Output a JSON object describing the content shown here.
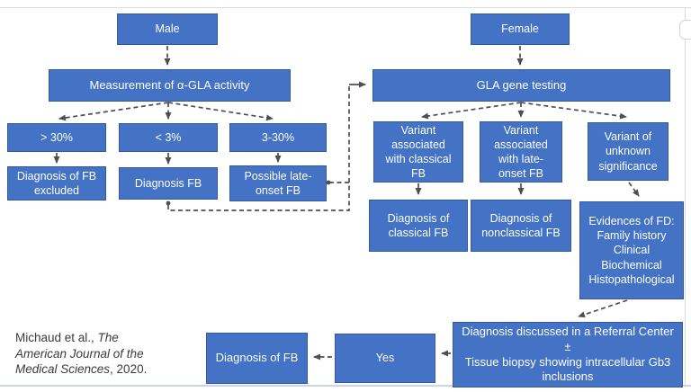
{
  "diagram": {
    "title": "Fabry disease (FB) diagnostic algorithm flowchart",
    "nodes": {
      "male": {
        "label": "Male"
      },
      "female": {
        "label": "Female"
      },
      "measurement": {
        "label": "Measurement of α-GLA activity"
      },
      "gla_testing": {
        "label": "GLA gene testing"
      },
      "gt30": {
        "label": "> 30%"
      },
      "lt3": {
        "label": "< 3%"
      },
      "range_3_30": {
        "label": "3-30%"
      },
      "fb_excluded": {
        "label": "Diagnosis of FB\nexcluded"
      },
      "diagnosis_fb": {
        "label": "Diagnosis FB"
      },
      "possible_late_onset": {
        "label": "Possible late-\nonset FB"
      },
      "variant_classical": {
        "label": "Variant\nassociated\nwith classical\nFB"
      },
      "variant_late_onset": {
        "label": "Variant\nassociated\nwith late-\nonset FB"
      },
      "variant_unknown": {
        "label": "Variant of\nunknown\nsignificance"
      },
      "diagnosis_classical": {
        "label": "Diagnosis of\nclassical FB"
      },
      "diagnosis_nonclassical": {
        "label": "Diagnosis of\nnonclassical FB"
      },
      "evidences": {
        "label": "Evidences of FD:\nFamily history\nClinical\nBiochemical\nHistopathological"
      },
      "referral": {
        "label": "Diagnosis discussed in a Referral Center\n±\nTissue biopsy showing intracellular Gb3 inclusions"
      },
      "yes": {
        "label": "Yes"
      },
      "diagnosis_fb_final": {
        "label": "Diagnosis of FB"
      }
    },
    "edges": [
      {
        "from": "male",
        "to": "measurement"
      },
      {
        "from": "measurement",
        "to": "gt30"
      },
      {
        "from": "measurement",
        "to": "lt3"
      },
      {
        "from": "measurement",
        "to": "range_3_30"
      },
      {
        "from": "gt30",
        "to": "fb_excluded"
      },
      {
        "from": "lt3",
        "to": "diagnosis_fb"
      },
      {
        "from": "range_3_30",
        "to": "possible_late_onset"
      },
      {
        "from": "diagnosis_fb",
        "to": "gla_testing"
      },
      {
        "from": "possible_late_onset",
        "to": "gla_testing"
      },
      {
        "from": "female",
        "to": "gla_testing"
      },
      {
        "from": "gla_testing",
        "to": "variant_classical"
      },
      {
        "from": "gla_testing",
        "to": "variant_late_onset"
      },
      {
        "from": "gla_testing",
        "to": "variant_unknown"
      },
      {
        "from": "variant_classical",
        "to": "diagnosis_classical"
      },
      {
        "from": "variant_late_onset",
        "to": "diagnosis_nonclassical"
      },
      {
        "from": "variant_unknown",
        "to": "evidences"
      },
      {
        "from": "evidences",
        "to": "referral"
      },
      {
        "from": "referral",
        "to": "yes"
      },
      {
        "from": "yes",
        "to": "diagnosis_fb_final"
      }
    ],
    "citation": {
      "prefix": "Michaud et al., ",
      "journal_italic": "The American Journal of the Medical Sciences",
      "suffix": ", 2020."
    },
    "colors": {
      "node_fill": "#4472C4",
      "node_border": "#35589E",
      "node_text": "#FFFFFF",
      "connector": "#4F4F4F",
      "citation_text": "#3B3B3B",
      "panel_border": "#DCDCDC",
      "bottom_rule": "#CBD5E2"
    }
  }
}
